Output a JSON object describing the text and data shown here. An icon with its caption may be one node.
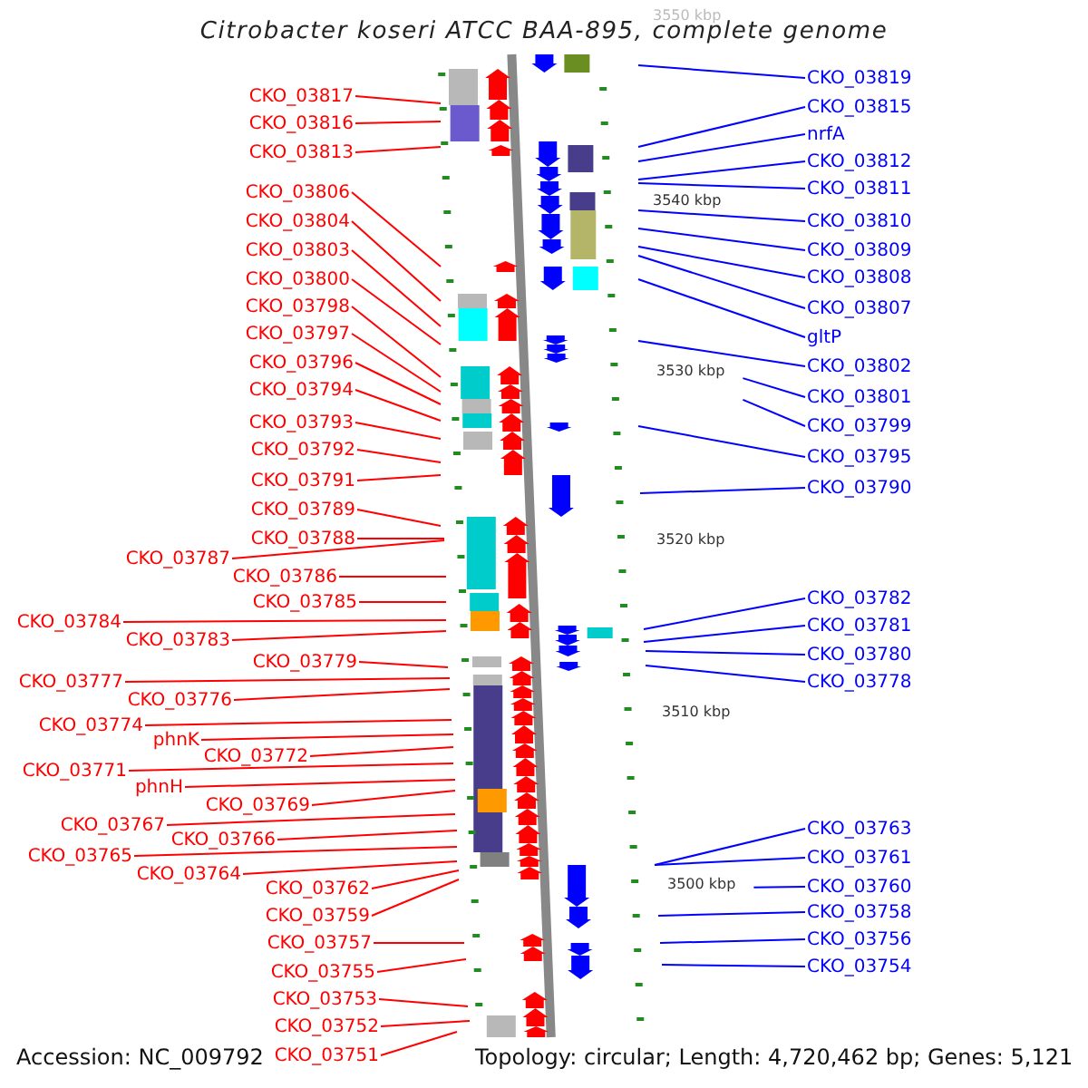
{
  "diagram": {
    "title": "Citrobacter koseri ATCC BAA-895, complete genome",
    "nodes": [
      {
        "text": [
          "CKO_03817"
        ]
      },
      {
        "text": [
          "CKO_03816"
        ]
      },
      {
        "text": [
          "CKO_03813"
        ]
      },
      {
        "text": [
          "CKO_03806"
        ]
      },
      {
        "text": [
          "CKO_03804"
        ]
      },
      {
        "text": [
          "CKO_03803"
        ]
      },
      {
        "text": [
          "CKO_03800"
        ]
      },
      {
        "text": [
          "CKO_03798"
        ]
      },
      {
        "text": [
          "CKO_03797"
        ]
      },
      {
        "text": [
          "CKO_03796"
        ]
      },
      {
        "text": [
          "CKO_03794"
        ]
      },
      {
        "text": [
          "CKO_03793"
        ]
      },
      {
        "text": [
          "CKO_03792"
        ]
      },
      {
        "text": [
          "CKO_03791"
        ]
      },
      {
        "text": [
          "CKO_03789"
        ]
      },
      {
        "text": [
          "CKO_03788"
        ]
      },
      {
        "text": [
          "CKO_03787"
        ]
      },
      {
        "text": [
          "CKO_03786"
        ]
      },
      {
        "text": [
          "CKO_03785"
        ]
      },
      {
        "text": [
          "CKO_03784"
        ]
      },
      {
        "text": [
          "CKO_03783"
        ]
      },
      {
        "text": [
          "CKO_03779"
        ]
      },
      {
        "text": [
          "CKO_03777"
        ]
      },
      {
        "text": [
          "CKO_03776"
        ]
      },
      {
        "text": [
          "CKO_03774"
        ]
      },
      {
        "text": [
          "phnK"
        ]
      },
      {
        "text": [
          "CKO_03772"
        ]
      },
      {
        "text": [
          "CKO_03771"
        ]
      },
      {
        "text": [
          "phnH"
        ]
      },
      {
        "text": [
          "CKO_03769"
        ]
      },
      {
        "text": [
          "CKO_03767"
        ]
      },
      {
        "text": [
          "CKO_03766"
        ]
      },
      {
        "text": [
          "CKO_03765"
        ]
      },
      {
        "text": [
          "CKO_03764"
        ]
      },
      {
        "text": [
          "CKO_03762"
        ]
      },
      {
        "text": [
          "CKO_03759"
        ]
      },
      {
        "text": [
          "CKO_03757"
        ]
      },
      {
        "text": [
          "CKO_03755"
        ]
      },
      {
        "text": [
          "CKO_03753"
        ]
      },
      {
        "text": [
          "CKO_03752"
        ]
      },
      {
        "text": [
          "CKO_03751"
        ]
      },
      {
        "text": [
          "CKO_03819"
        ]
      },
      {
        "text": [
          "CKO_03815"
        ]
      },
      {
        "text": [
          "nrfA"
        ]
      },
      {
        "text": [
          "CKO_03812"
        ]
      },
      {
        "text": [
          "CKO_03811"
        ]
      },
      {
        "text": [
          "CKO_03810"
        ]
      },
      {
        "text": [
          "CKO_03809"
        ]
      },
      {
        "text": [
          "CKO_03808"
        ]
      },
      {
        "text": [
          "CKO_03807"
        ]
      },
      {
        "text": [
          "gltP"
        ]
      },
      {
        "text": [
          "CKO_03802"
        ]
      },
      {
        "text": [
          "CKO_03801"
        ]
      },
      {
        "text": [
          "CKO_03799"
        ]
      },
      {
        "text": [
          "CKO_03795"
        ]
      },
      {
        "text": [
          "CKO_03790"
        ]
      },
      {
        "text": [
          "CKO_03782"
        ]
      },
      {
        "text": [
          "CKO_03781"
        ]
      },
      {
        "text": [
          "CKO_03780"
        ]
      },
      {
        "text": [
          "CKO_03778"
        ]
      },
      {
        "text": [
          "CKO_03763"
        ]
      },
      {
        "text": [
          "CKO_03761"
        ]
      },
      {
        "text": [
          "CKO_03760"
        ]
      },
      {
        "text": [
          "CKO_03758"
        ]
      },
      {
        "text": [
          "CKO_03756"
        ]
      },
      {
        "text": [
          "CKO_03754"
        ]
      }
    ],
    "edges": [
      {
        "from": 0,
        "to": null,
        "arrow": "none"
      },
      {
        "from": 1,
        "to": null,
        "arrow": "none"
      },
      {
        "from": 2,
        "to": null,
        "arrow": "none"
      },
      {
        "from": 3,
        "to": null,
        "arrow": "none"
      },
      {
        "from": 4,
        "to": null,
        "arrow": "none"
      },
      {
        "from": 5,
        "to": null,
        "arrow": "none"
      },
      {
        "from": 6,
        "to": null,
        "arrow": "none"
      },
      {
        "from": 7,
        "to": null,
        "arrow": "none"
      },
      {
        "from": 8,
        "to": null,
        "arrow": "none"
      },
      {
        "from": 9,
        "to": null,
        "arrow": "none"
      },
      {
        "from": 10,
        "to": null,
        "arrow": "none"
      },
      {
        "from": 11,
        "to": null,
        "arrow": "none"
      },
      {
        "from": 12,
        "to": null,
        "arrow": "none"
      },
      {
        "from": 13,
        "to": null,
        "arrow": "none"
      },
      {
        "from": 14,
        "to": null,
        "arrow": "none"
      },
      {
        "from": 15,
        "to": null,
        "arrow": "none"
      },
      {
        "from": 16,
        "to": null,
        "arrow": "none"
      },
      {
        "from": 17,
        "to": null,
        "arrow": "none"
      },
      {
        "from": 18,
        "to": null,
        "arrow": "none"
      },
      {
        "from": 19,
        "to": null,
        "arrow": "none"
      },
      {
        "from": 20,
        "to": null,
        "arrow": "none"
      },
      {
        "from": 21,
        "to": null,
        "arrow": "none"
      },
      {
        "from": 22,
        "to": null,
        "arrow": "none"
      },
      {
        "from": 23,
        "to": null,
        "arrow": "none"
      },
      {
        "from": 24,
        "to": null,
        "arrow": "none"
      },
      {
        "from": 25,
        "to": null,
        "arrow": "none"
      },
      {
        "from": 26,
        "to": null,
        "arrow": "none"
      },
      {
        "from": 27,
        "to": null,
        "arrow": "none"
      },
      {
        "from": 28,
        "to": null,
        "arrow": "none"
      },
      {
        "from": 29,
        "to": null,
        "arrow": "none"
      },
      {
        "from": 30,
        "to": null,
        "arrow": "none"
      },
      {
        "from": 31,
        "to": null,
        "arrow": "none"
      },
      {
        "from": 32,
        "to": null,
        "arrow": "none"
      },
      {
        "from": 33,
        "to": null,
        "arrow": "none"
      },
      {
        "from": 34,
        "to": null,
        "arrow": "none"
      },
      {
        "from": 35,
        "to": null,
        "arrow": "none"
      },
      {
        "from": 36,
        "to": null,
        "arrow": "none"
      },
      {
        "from": 37,
        "to": null,
        "arrow": "none"
      },
      {
        "from": 38,
        "to": null,
        "arrow": "none"
      },
      {
        "from": 39,
        "to": null,
        "arrow": "none"
      },
      {
        "from": 40,
        "to": null,
        "arrow": "none"
      },
      {
        "from": 41,
        "to": null,
        "arrow": "none",
        "color": "#0000ff"
      },
      {
        "from": 42,
        "to": null,
        "arrow": "none",
        "color": "#0000ff"
      },
      {
        "from": 43,
        "to": null,
        "arrow": "none",
        "color": "#0000ff"
      },
      {
        "from": 44,
        "to": null,
        "arrow": "none",
        "color": "#0000ff"
      },
      {
        "from": 45,
        "to": null,
        "arrow": "none",
        "color": "#0000ff"
      },
      {
        "from": 46,
        "to": null,
        "arrow": "none",
        "color": "#0000ff"
      },
      {
        "from": 47,
        "to": null,
        "arrow": "none",
        "color": "#0000ff"
      },
      {
        "from": 48,
        "to": null,
        "arrow": "none",
        "color": "#0000ff"
      },
      {
        "from": 49,
        "to": null,
        "arrow": "none",
        "color": "#0000ff"
      },
      {
        "from": 50,
        "to": null,
        "arrow": "none",
        "color": "#0000ff"
      },
      {
        "from": 51,
        "to": null,
        "arrow": "none",
        "color": "#0000ff"
      },
      {
        "from": 52,
        "to": null,
        "arrow": "none",
        "color": "#0000ff"
      },
      {
        "from": 53,
        "to": null,
        "arrow": "none",
        "color": "#0000ff"
      },
      {
        "from": 54,
        "to": null,
        "arrow": "none",
        "color": "#0000ff"
      },
      {
        "from": 55,
        "to": null,
        "arrow": "none",
        "color": "#0000ff"
      },
      {
        "from": 56,
        "to": null,
        "arrow": "none",
        "color": "#0000ff"
      },
      {
        "from": 57,
        "to": null,
        "arrow": "none",
        "color": "#0000ff"
      },
      {
        "from": 58,
        "to": null,
        "arrow": "none",
        "color": "#0000ff"
      },
      {
        "from": 59,
        "to": null,
        "arrow": "none",
        "color": "#0000ff"
      },
      {
        "from": 60,
        "to": null,
        "arrow": "none",
        "color": "#0000ff"
      },
      {
        "from": 61,
        "to": null,
        "arrow": "none",
        "color": "#0000ff"
      },
      {
        "from": 62,
        "to": null,
        "arrow": "none",
        "color": "#0000ff"
      },
      {
        "from": 63,
        "to": null,
        "arrow": "none",
        "color": "#0000ff"
      },
      {
        "from": 64,
        "to": null,
        "arrow": "none",
        "color": "#0000ff"
      },
      {
        "from": 65,
        "to": null,
        "arrow": "none",
        "color": "#0000ff"
      }
    ],
    "labels": [
      "3550 kbp",
      "3540 kbp",
      "3530 kbp",
      "3520 kbp",
      "3510 kbp",
      "3500 kbp",
      "Accession: NC_009792",
      "Topology: circular; Length: 4,720,462 bp; Genes: 5,121"
    ]
  }
}
